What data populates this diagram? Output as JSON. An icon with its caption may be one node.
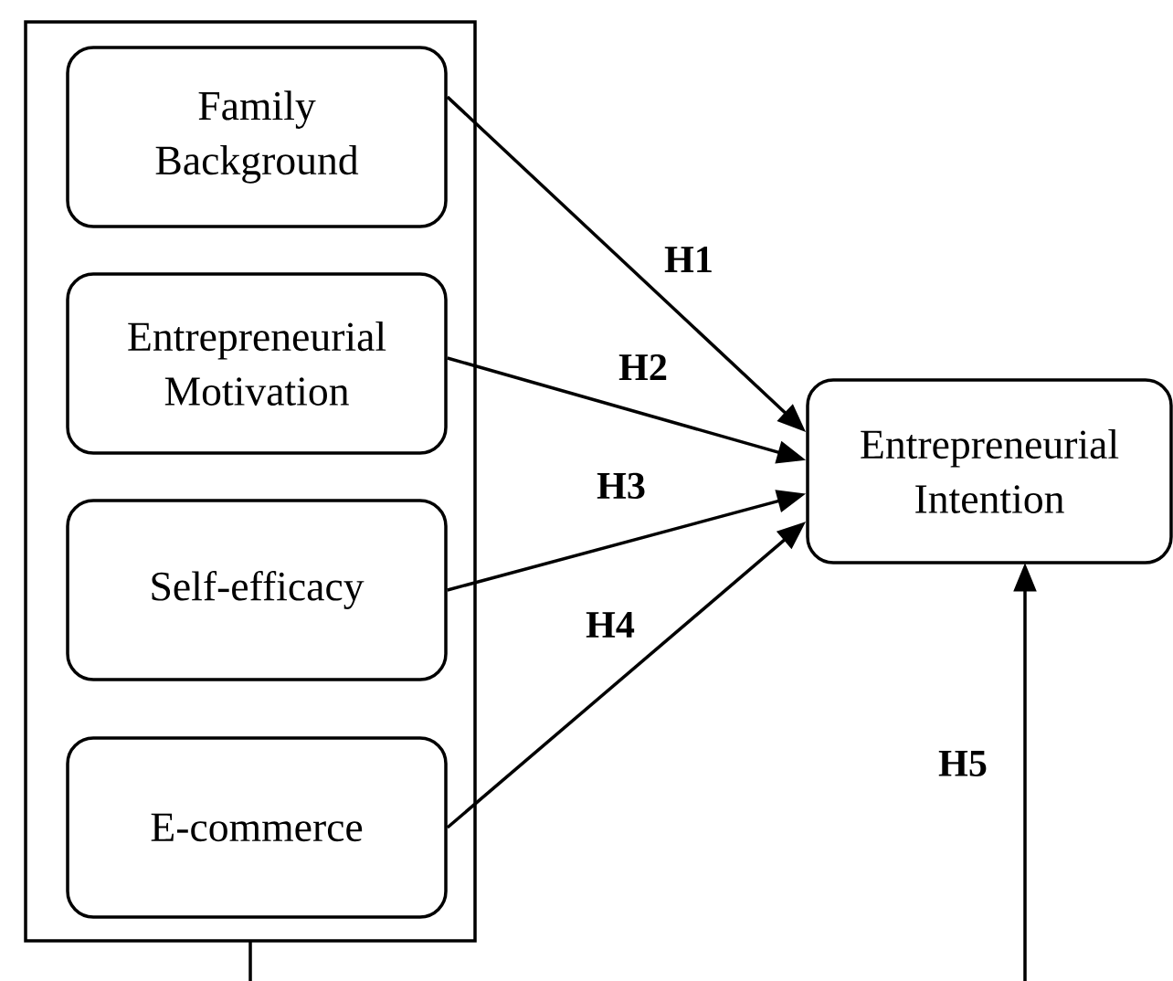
{
  "diagram": {
    "nodes": [
      {
        "text": [],
        "shape": "box"
      },
      {
        "text": [
          "Family Background"
        ],
        "in": 0
      },
      {
        "text": [
          "Entrepreneurial Motivation"
        ],
        "in": 0
      },
      {
        "text": [
          "Self-efficacy"
        ],
        "in": 0
      },
      {
        "text": [
          "E-commerce"
        ],
        "in": 0
      },
      {
        "text": [
          "Entrepreneurial Intention"
        ]
      }
    ],
    "edges": [
      {
        "from": 1,
        "to": 5,
        "arrow": "to",
        "label": "H1"
      },
      {
        "from": 2,
        "to": 5,
        "arrow": "to",
        "label": "H2"
      },
      {
        "from": 3,
        "to": 5,
        "arrow": "to",
        "label": "H3"
      },
      {
        "from": 4,
        "to": 5,
        "arrow": "to",
        "label": "H4"
      },
      {
        "from": 0,
        "to": null,
        "arrow": "none"
      },
      {
        "from": null,
        "to": 5,
        "arrow": "to",
        "label": "H5"
      }
    ]
  }
}
